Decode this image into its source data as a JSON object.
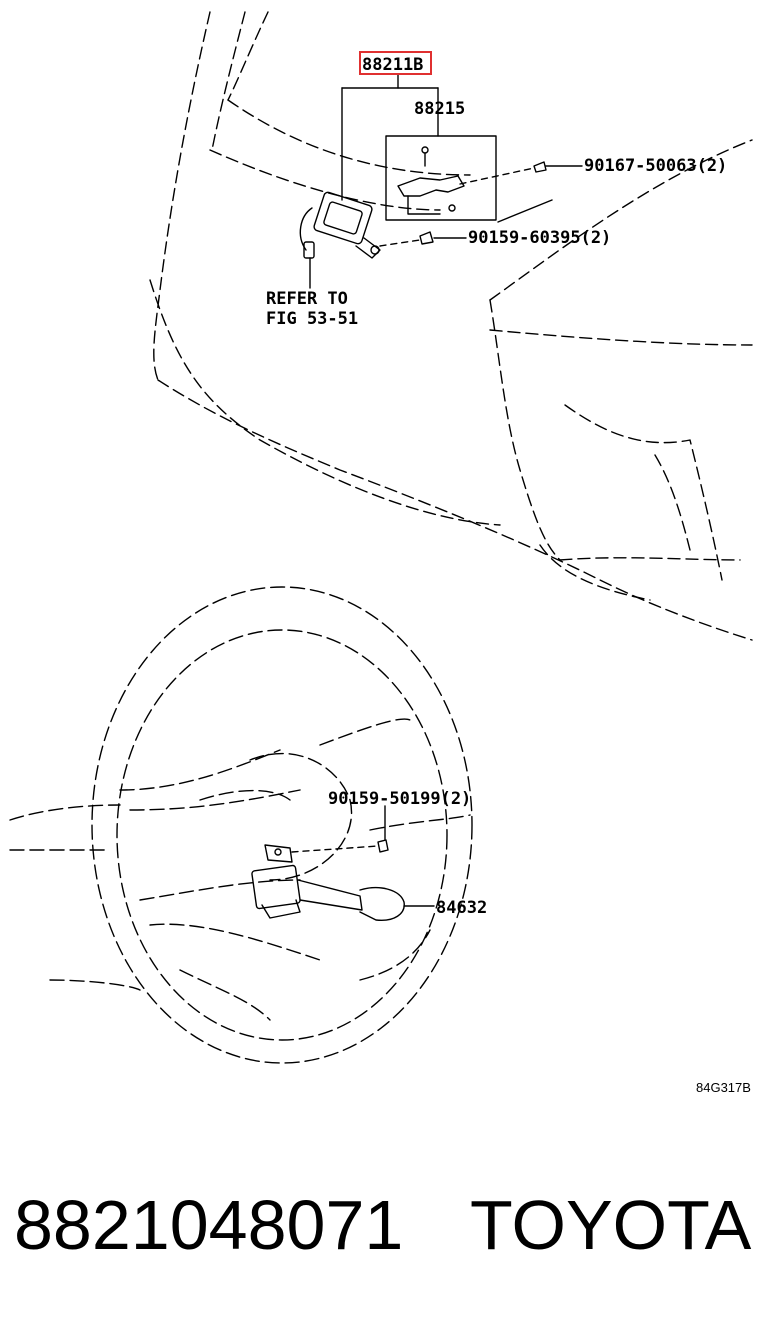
{
  "diagram": {
    "callouts": {
      "highlighted_part": "88211B",
      "bracket_part": "88215",
      "bolt_upper": "90167-50063(2)",
      "bolt_lower": "90159-60395(2)",
      "refer_line1": "REFER TO",
      "refer_line2": "FIG 53-51",
      "switch_screw": "90159-50199(2)",
      "switch_part": "84632"
    },
    "figure_code": "84G317B",
    "highlight_color": "#e03030"
  },
  "footer": {
    "part_number": "8821048071",
    "brand": "TOYOTA"
  }
}
